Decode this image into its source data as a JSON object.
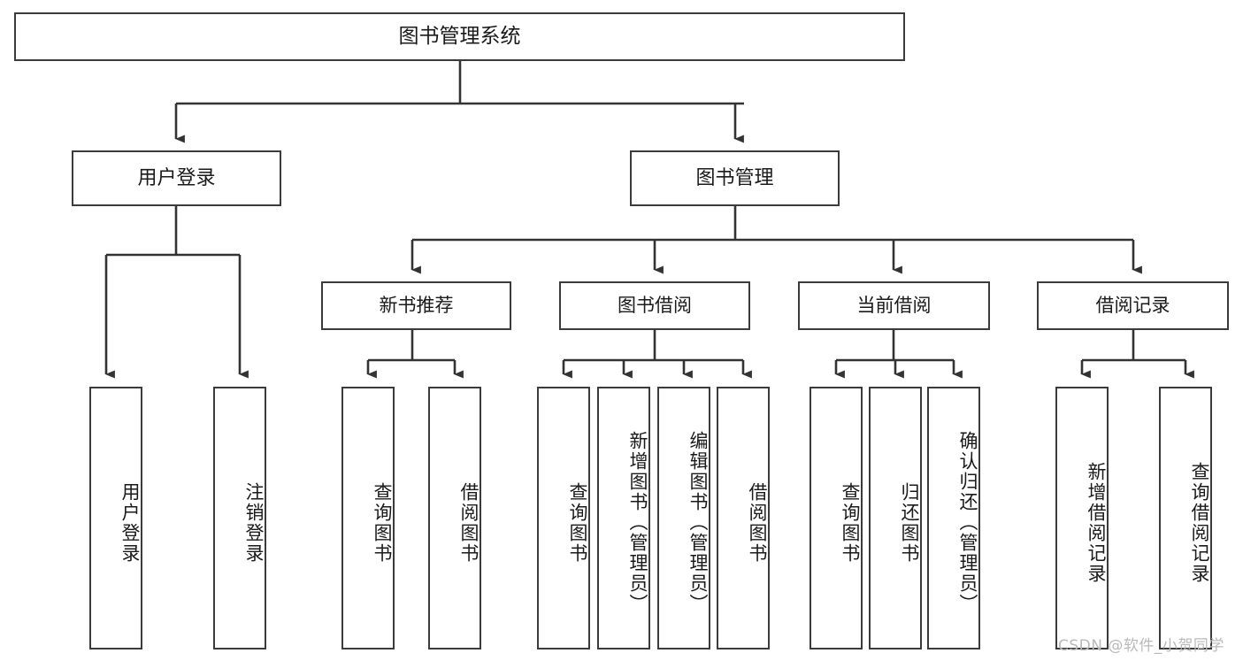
{
  "diagram": {
    "title": "图书管理系统",
    "type": "tree",
    "orientation": "top-down",
    "colors": {
      "background": "#ffffff",
      "node_border": "#3b3b3b",
      "node_fill": "#ffffff",
      "edge": "#333333",
      "text": "#1a1a1a",
      "watermark": "#b9b9b9"
    },
    "watermark": "CSDN @软件_小贺同学",
    "nodes": {
      "root": {
        "label": "图书管理系统"
      },
      "level2": [
        {
          "id": "user-login",
          "label": "用户登录"
        },
        {
          "id": "book-manage",
          "label": "图书管理"
        }
      ],
      "level3": [
        {
          "id": "new-book-recommend",
          "label": "新书推荐",
          "parent": "book-manage"
        },
        {
          "id": "book-borrow",
          "label": "图书借阅",
          "parent": "book-manage"
        },
        {
          "id": "current-borrow",
          "label": "当前借阅",
          "parent": "book-manage"
        },
        {
          "id": "borrow-record",
          "label": "借阅记录",
          "parent": "book-manage"
        }
      ],
      "leaves": [
        {
          "id": "leaf-user-login",
          "label": "用户登录",
          "parent": "user-login"
        },
        {
          "id": "leaf-logout",
          "label": "注销登录",
          "parent": "user-login"
        },
        {
          "id": "leaf-query-book-1",
          "label": "查询图书",
          "parent": "new-book-recommend"
        },
        {
          "id": "leaf-borrow-book-1",
          "label": "借阅图书",
          "parent": "new-book-recommend"
        },
        {
          "id": "leaf-query-book-2",
          "label": "查询图书",
          "parent": "book-borrow"
        },
        {
          "id": "leaf-add-book",
          "label": "新增图书（管理员）",
          "parent": "book-borrow"
        },
        {
          "id": "leaf-edit-book",
          "label": "编辑图书（管理员）",
          "parent": "book-borrow"
        },
        {
          "id": "leaf-borrow-book-2",
          "label": "借阅图书",
          "parent": "book-borrow"
        },
        {
          "id": "leaf-query-book-3",
          "label": "查询图书",
          "parent": "current-borrow"
        },
        {
          "id": "leaf-return-book",
          "label": "归还图书",
          "parent": "current-borrow"
        },
        {
          "id": "leaf-confirm-return",
          "label": "确认归还（管理员）",
          "parent": "current-borrow"
        },
        {
          "id": "leaf-add-record",
          "label": "新增借阅记录",
          "parent": "borrow-record"
        },
        {
          "id": "leaf-query-record",
          "label": "查询借阅记录",
          "parent": "borrow-record"
        }
      ]
    }
  }
}
